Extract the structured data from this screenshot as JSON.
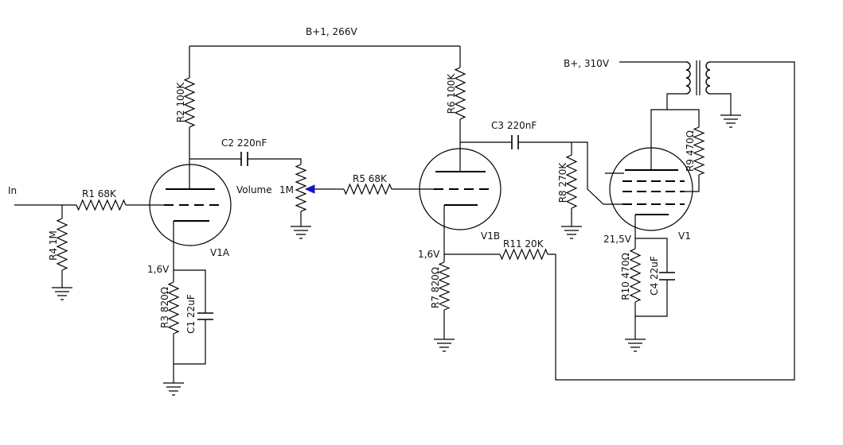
{
  "supply": {
    "b1": "B+1, 266V",
    "b": "B+, 310V"
  },
  "input": {
    "label": "In"
  },
  "resistors": {
    "r1": "R1 68K",
    "r2": "R2 100K",
    "r3": "R3 820Ω",
    "r4": "R4 1M",
    "r5": "R5 68K",
    "r6": "R6 100K",
    "r7": "R7 820Ω",
    "r8": "R8 270K",
    "r9": "R9 470Ω",
    "r10": "R10 470Ω",
    "r11": "R11 20K"
  },
  "capacitors": {
    "c1": "C1 22uF",
    "c2": "C2 220nF",
    "c3": "C3 220nF",
    "c4": "C4 22uF"
  },
  "potentiometer": {
    "name": "Volume",
    "value": "1M"
  },
  "tubes": {
    "v1a": "V1A",
    "v1b": "V1B",
    "v1": "V1"
  },
  "voltages": {
    "v1a_cathode": "1,6V",
    "v1b_cathode": "1,6V",
    "v1_cathode": "21,5V"
  }
}
